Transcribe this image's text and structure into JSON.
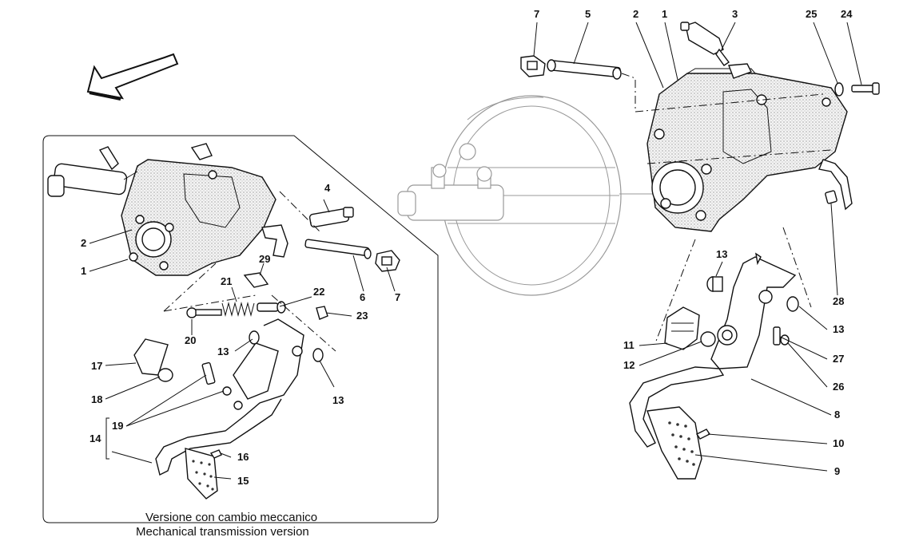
{
  "caption": {
    "line1": "Versione con cambio meccanico",
    "line2": "Mechanical transmission version"
  },
  "callouts": {
    "n1": "1",
    "n2": "2",
    "n3": "3",
    "n4": "4",
    "n5": "5",
    "n6": "6",
    "n7": "7",
    "n8": "8",
    "n9": "9",
    "n10": "10",
    "n11": "11",
    "n12": "12",
    "n13": "13",
    "n14": "14",
    "n15": "15",
    "n16": "16",
    "n17": "17",
    "n18": "18",
    "n19": "19",
    "n20": "20",
    "n21": "21",
    "n22": "22",
    "n23": "23",
    "n24": "24",
    "n25": "25",
    "n26": "26",
    "n27": "27",
    "n28": "28",
    "n29": "29"
  },
  "icons": {
    "direction": "front-direction-arrow-icon"
  }
}
